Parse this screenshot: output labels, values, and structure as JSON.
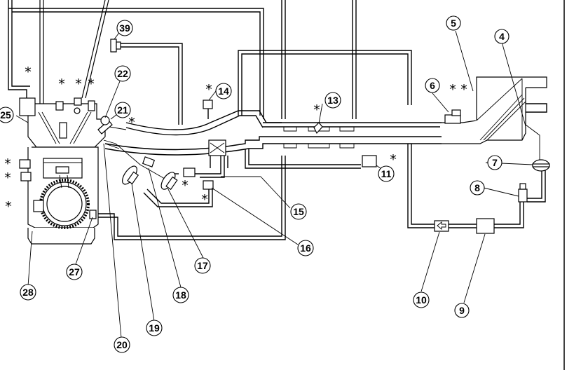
{
  "figure": {
    "callouts": [
      {
        "id": "c4",
        "label": "4"
      },
      {
        "id": "c5",
        "label": "5"
      },
      {
        "id": "c6",
        "label": "6"
      },
      {
        "id": "c7",
        "label": "7"
      },
      {
        "id": "c8",
        "label": "8"
      },
      {
        "id": "c9",
        "label": "9"
      },
      {
        "id": "c10",
        "label": "10"
      },
      {
        "id": "c11",
        "label": "11"
      },
      {
        "id": "c13",
        "label": "13"
      },
      {
        "id": "c14",
        "label": "14"
      },
      {
        "id": "c15",
        "label": "15"
      },
      {
        "id": "c16",
        "label": "16"
      },
      {
        "id": "c17",
        "label": "17"
      },
      {
        "id": "c18",
        "label": "18"
      },
      {
        "id": "c19",
        "label": "19"
      },
      {
        "id": "c20",
        "label": "20"
      },
      {
        "id": "c21",
        "label": "21"
      },
      {
        "id": "c22",
        "label": "22"
      },
      {
        "id": "c25",
        "label": "25"
      },
      {
        "id": "c27",
        "label": "27"
      },
      {
        "id": "c28",
        "label": "28"
      },
      {
        "id": "c39",
        "label": "39"
      }
    ],
    "asterisk_symbol": "*"
  }
}
